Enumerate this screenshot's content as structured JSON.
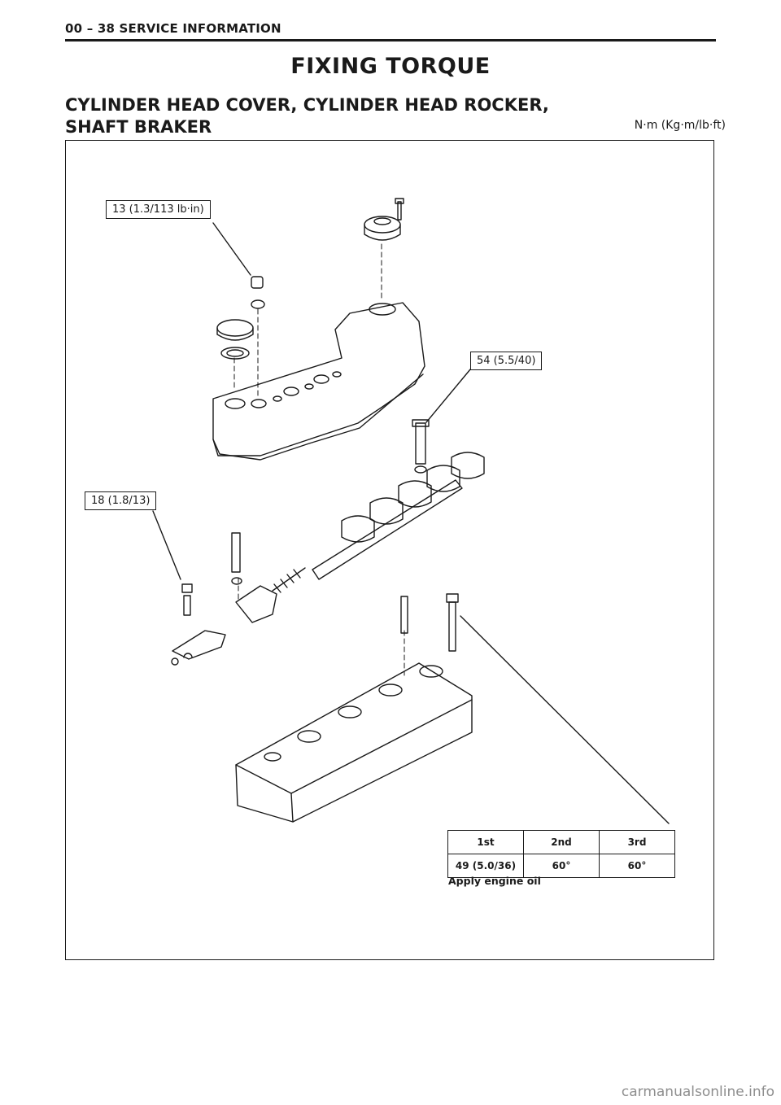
{
  "header": {
    "section": "00 – 38 SERVICE INFORMATION"
  },
  "page_title": "FIXING TORQUE",
  "section_title": {
    "line1": "CYLINDER HEAD COVER, CYLINDER HEAD ROCKER,",
    "line2": "SHAFT BRAKER"
  },
  "units": "N·m (Kg·m/lb·ft)",
  "callouts": {
    "cover_cap_nut": "13 (1.3/113 lb·in)",
    "rocker_bracket_bolt": "54 (5.5/40)",
    "adjust_nut": "18 (1.8/13)"
  },
  "torque_table": {
    "headers": [
      "1st",
      "2nd",
      "3rd"
    ],
    "values": [
      "49 (5.0/36)",
      "60°",
      "60°"
    ]
  },
  "note": "Apply engine oil",
  "watermark": "carmanualsonline.info"
}
